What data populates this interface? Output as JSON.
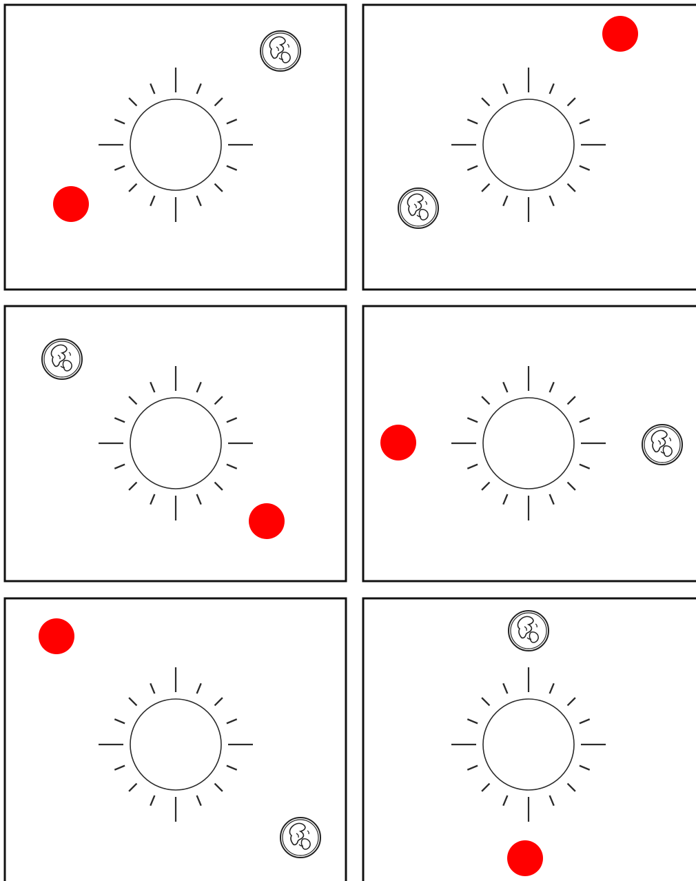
{
  "figure": {
    "panel_count": 6,
    "colors": {
      "background": "#ffffff",
      "frame": "#111111",
      "sun": "#2a2a2a",
      "red_body": "#ff0000",
      "earth_outline": "#222222"
    },
    "icons": {
      "center": "sun-icon",
      "red_body": "red-circle",
      "earth": "earth-globe-icon"
    },
    "panels": [
      {
        "name": "panel-1",
        "earth_direction": "upper-right",
        "red_direction": "lower-left"
      },
      {
        "name": "panel-2",
        "earth_direction": "lower-left",
        "red_direction": "upper-right"
      },
      {
        "name": "panel-3",
        "earth_direction": "upper-left",
        "red_direction": "lower-right"
      },
      {
        "name": "panel-4",
        "earth_direction": "right",
        "red_direction": "left"
      },
      {
        "name": "panel-5",
        "earth_direction": "lower-right",
        "red_direction": "upper-left"
      },
      {
        "name": "panel-6",
        "earth_direction": "top",
        "red_direction": "bottom"
      }
    ]
  }
}
